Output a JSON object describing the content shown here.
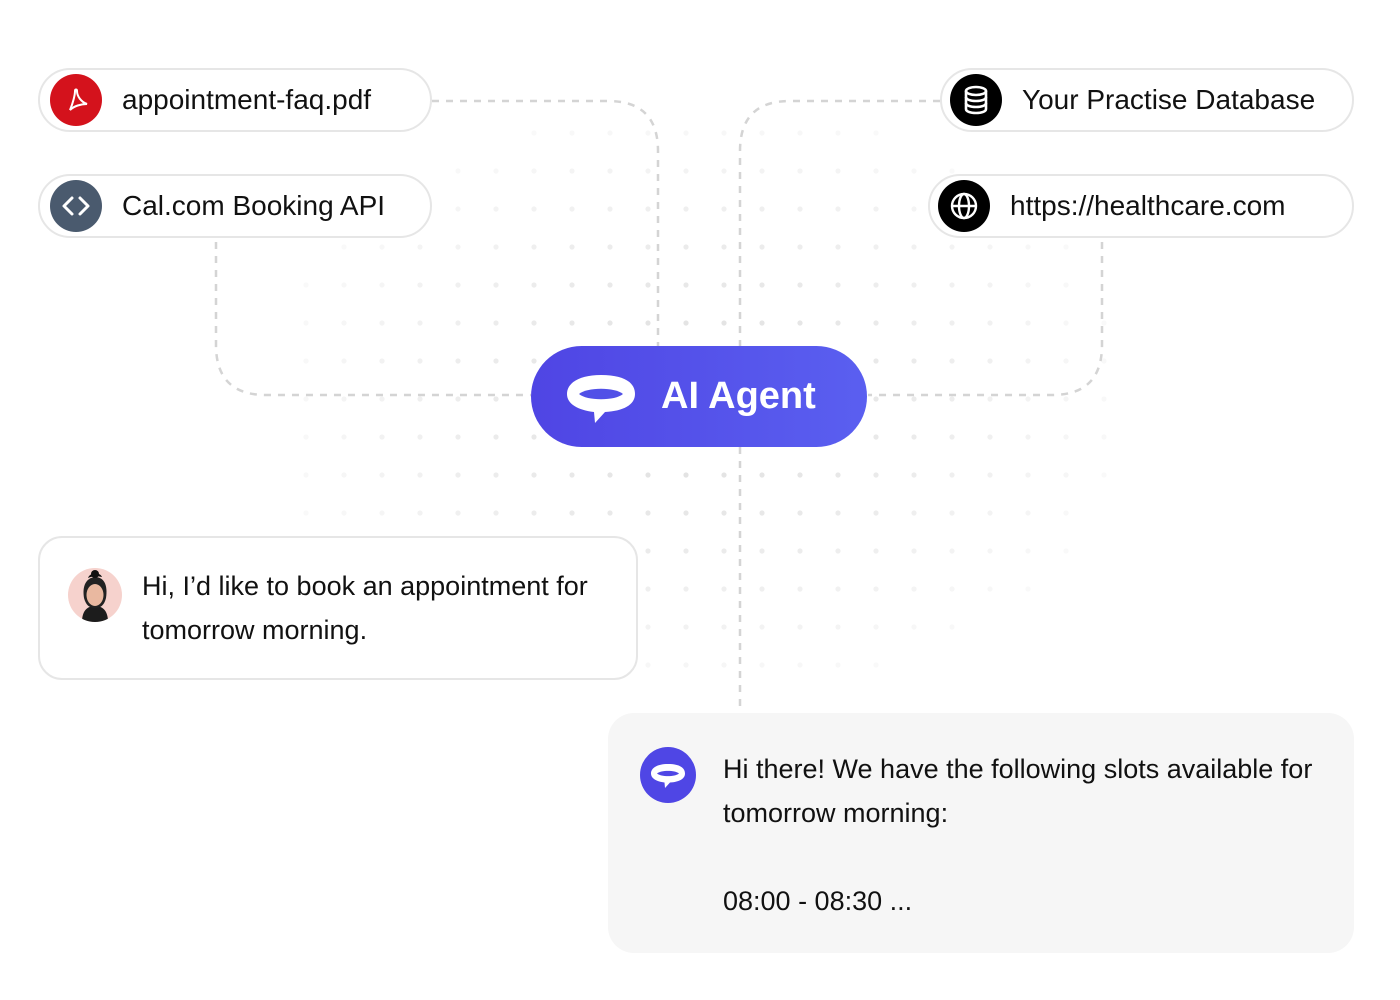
{
  "sources": {
    "pdf": {
      "label": "appointment-faq.pdf",
      "icon": "acrobat-pdf-icon",
      "color": "#d4121c"
    },
    "api": {
      "label": "Cal.com Booking API",
      "icon": "code-brackets-icon",
      "color": "#4a5a6e"
    },
    "database": {
      "label": "Your Practise Database",
      "icon": "database-icon",
      "color": "#000000"
    },
    "website": {
      "label": "https://healthcare.com",
      "icon": "globe-icon",
      "color": "#000000"
    }
  },
  "agent": {
    "label": "AI Agent",
    "icon": "chat-bubble-logo-icon",
    "color": "#4f46e5"
  },
  "chat": {
    "user_message": "Hi, I’d like to book an appointment for tomorrow morning.",
    "bot_message": "Hi there! We have the following slots available for tomorrow morning:",
    "bot_slots": "08:00 - 08:30 ..."
  }
}
